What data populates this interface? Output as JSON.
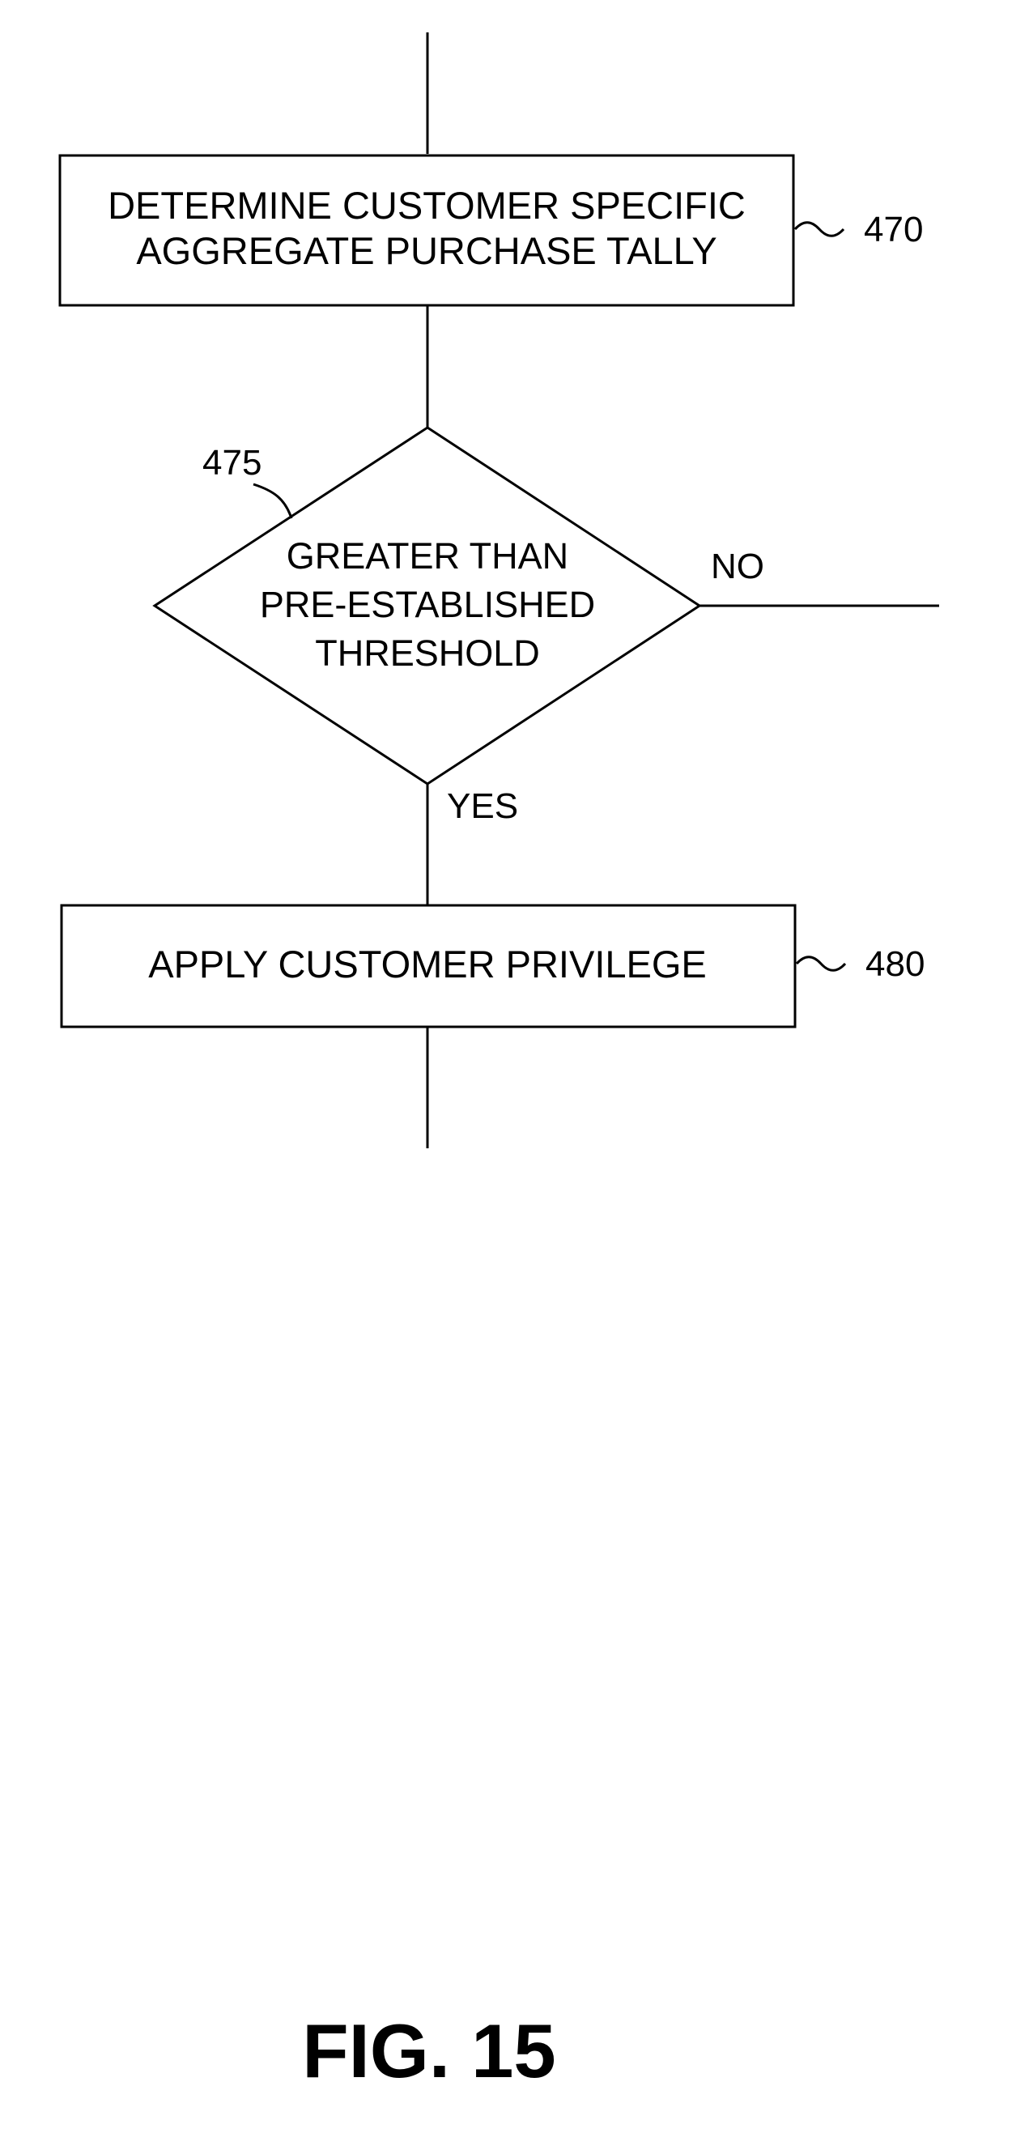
{
  "figure": {
    "label": "FIG. 15"
  },
  "nodes": {
    "determine_tally": {
      "ref": "470",
      "lines": [
        "DETERMINE CUSTOMER SPECIFIC",
        "AGGREGATE PURCHASE TALLY"
      ]
    },
    "threshold_decision": {
      "ref": "475",
      "lines": [
        "GREATER THAN",
        "PRE-ESTABLISHED",
        "THRESHOLD"
      ]
    },
    "apply_privilege": {
      "ref": "480",
      "lines": [
        "APPLY CUSTOMER PRIVILEGE"
      ]
    }
  },
  "edges": {
    "no_label": "NO",
    "yes_label": "YES"
  }
}
